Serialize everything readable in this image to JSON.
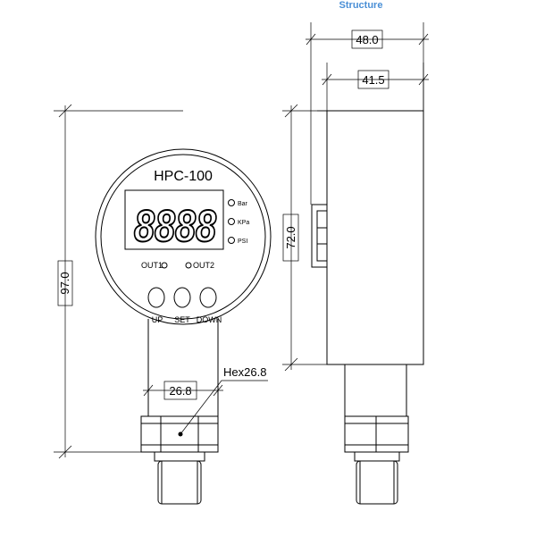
{
  "header": {
    "section_title": "Structure"
  },
  "front_view": {
    "model": "HPC-100",
    "display_digits": "8888",
    "units": [
      "Bar",
      "KPa",
      "PSI"
    ],
    "outputs": [
      "OUT1",
      "OUT2"
    ],
    "buttons": [
      "UP",
      "SET",
      "DOWN"
    ],
    "dims": {
      "height": "97.0",
      "neck_width": "26.8",
      "hex_label": "Hex26.8"
    }
  },
  "side_view": {
    "dims": {
      "overall_depth": "48.0",
      "body_depth": "41.5",
      "body_height": "72.0"
    }
  },
  "colors": {
    "line": "#000000",
    "title": "#4a8fd6",
    "background": "#ffffff"
  }
}
